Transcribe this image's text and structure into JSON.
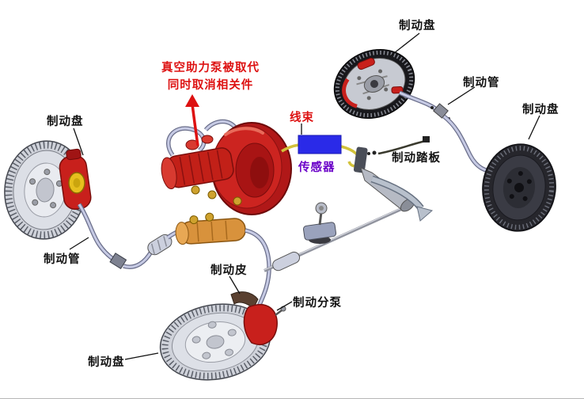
{
  "figure": {
    "type": "diagram",
    "subject": "automobile brake system schematic with labeled components"
  },
  "labels": {
    "disc_top_right": "制动盘",
    "pipe_right": "制动管",
    "disc_far_right": "制动盘",
    "disc_left": "制动盘",
    "pipe_left": "制动管",
    "brake_pad": "制动皮",
    "wheel_cylinder": "制动分泵",
    "disc_bottom": "制动盘",
    "brake_pedal": "制动踏板",
    "sensor": "传感器",
    "wire_harness": "线束",
    "annotation_line1": "真空助力泵被取代",
    "annotation_line2": "同时取消相关件"
  },
  "colors": {
    "annotation_red": "#dd1111",
    "label_black": "#111111",
    "sensor_label_purple": "#6a00c8",
    "harness_label_red": "#dd1111",
    "sensor_box_blue": "#2a2ae8",
    "booster_red": "#c41e1e",
    "pipe_lavender": "#c6cae4",
    "wire_yellow": "#d2c23a",
    "disc_silver": "#cfd2da",
    "drum_dark": "#26262c"
  }
}
